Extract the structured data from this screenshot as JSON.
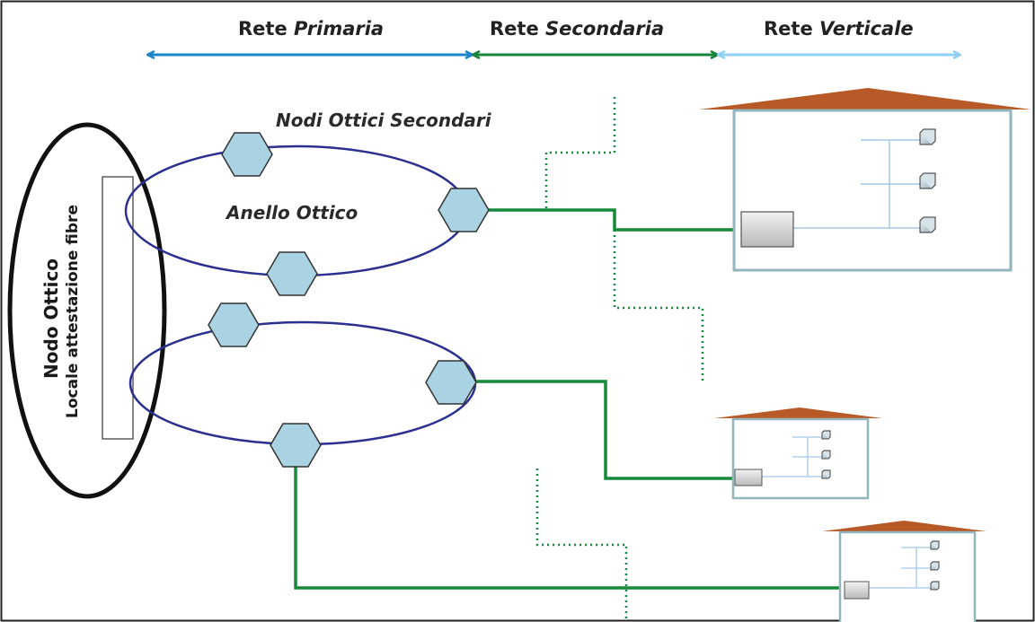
{
  "headers": {
    "primaria": {
      "prefix": "Rete ",
      "word": "Primaria"
    },
    "secondaria": {
      "prefix": "Rete ",
      "word": "Secondaria"
    },
    "verticale": {
      "prefix": "Rete ",
      "word": "Verticale"
    }
  },
  "labels": {
    "nodi_secondari": "Nodi Ottici Secondari",
    "anello": "Anello Ottico",
    "nodo_ottico": "Nodo Ottico",
    "locale": "Locale attestazione fibre"
  },
  "colors": {
    "primaria_arrow": "#1b86c9",
    "secondaria_arrow": "#13843a",
    "verticale_arrow": "#8fd0f3",
    "ring": "#2b2f8f",
    "hexagon_fill": "#a9d3e3",
    "hexagon_stroke": "#333333",
    "fiber_line": "#178a3a",
    "boundary_dots": "#178a3a",
    "roof": "#b85a27",
    "building_wall": "#93b5bd",
    "riser": "#a4c8e6"
  }
}
